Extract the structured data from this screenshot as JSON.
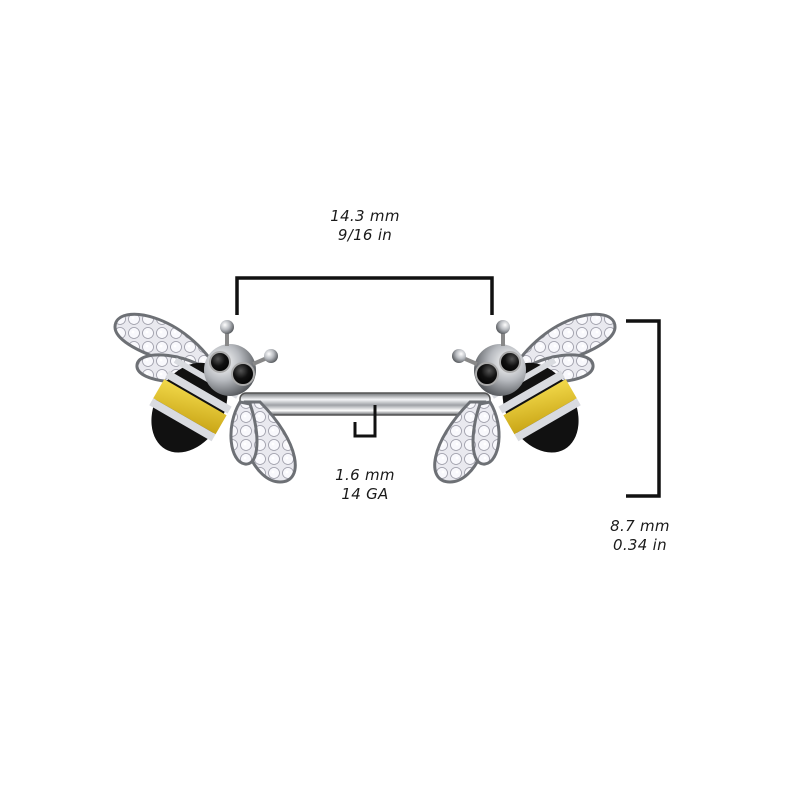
{
  "product": {
    "description": "Bee nipple barbell with CZ wings and enamel striped body",
    "colors": {
      "metal": "#c9cbd0",
      "enamel_black": "#111111",
      "enamel_yellow": "#e8c62c",
      "gem": "#eeeef4",
      "line": "#111111"
    }
  },
  "dimensions": {
    "length": {
      "metric": "14.3 mm",
      "imperial": "9/16 in"
    },
    "gauge": {
      "metric": "1.6 mm",
      "imperial": "14 GA"
    },
    "height": {
      "metric": "8.7 mm",
      "imperial": "0.34 in"
    }
  }
}
